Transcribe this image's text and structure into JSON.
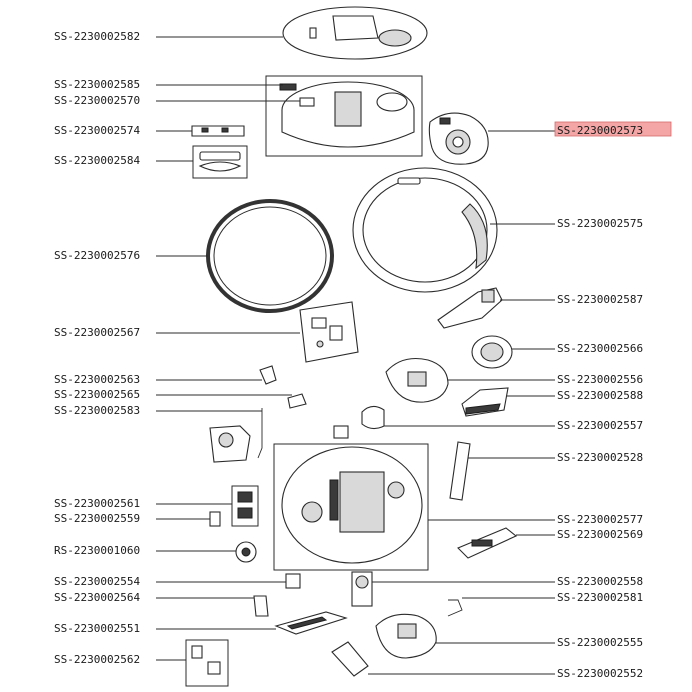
{
  "highlight_color": "#f4a6a6",
  "labels_left": [
    {
      "id": "SS-2230002582",
      "highlight": false
    },
    {
      "id": "SS-2230002585",
      "highlight": false
    },
    {
      "id": "SS-2230002570",
      "highlight": false
    },
    {
      "id": "SS-2230002574",
      "highlight": false
    },
    {
      "id": "SS-2230002584",
      "highlight": false
    },
    {
      "id": "SS-2230002576",
      "highlight": false
    },
    {
      "id": "SS-2230002567",
      "highlight": false
    },
    {
      "id": "SS-2230002563",
      "highlight": false
    },
    {
      "id": "SS-2230002565",
      "highlight": false
    },
    {
      "id": "SS-2230002583",
      "highlight": false
    },
    {
      "id": "SS-2230002561",
      "highlight": false
    },
    {
      "id": "SS-2230002559",
      "highlight": false
    },
    {
      "id": "RS-2230001060",
      "highlight": false
    },
    {
      "id": "SS-2230002554",
      "highlight": false
    },
    {
      "id": "SS-2230002564",
      "highlight": false
    },
    {
      "id": "SS-2230002551",
      "highlight": false
    },
    {
      "id": "SS-2230002562",
      "highlight": false
    }
  ],
  "labels_right": [
    {
      "id": "SS-2230002573",
      "highlight": true
    },
    {
      "id": "SS-2230002575",
      "highlight": false
    },
    {
      "id": "SS-2230002587",
      "highlight": false
    },
    {
      "id": "SS-2230002566",
      "highlight": false
    },
    {
      "id": "SS-2230002556",
      "highlight": false
    },
    {
      "id": "SS-2230002588",
      "highlight": false
    },
    {
      "id": "SS-2230002557",
      "highlight": false
    },
    {
      "id": "SS-2230002528",
      "highlight": false
    },
    {
      "id": "SS-2230002577",
      "highlight": false
    },
    {
      "id": "SS-2230002569",
      "highlight": false
    },
    {
      "id": "SS-2230002558",
      "highlight": false
    },
    {
      "id": "SS-2230002581",
      "highlight": false
    },
    {
      "id": "SS-2230002555",
      "highlight": false
    },
    {
      "id": "SS-2230002552",
      "highlight": false
    }
  ]
}
